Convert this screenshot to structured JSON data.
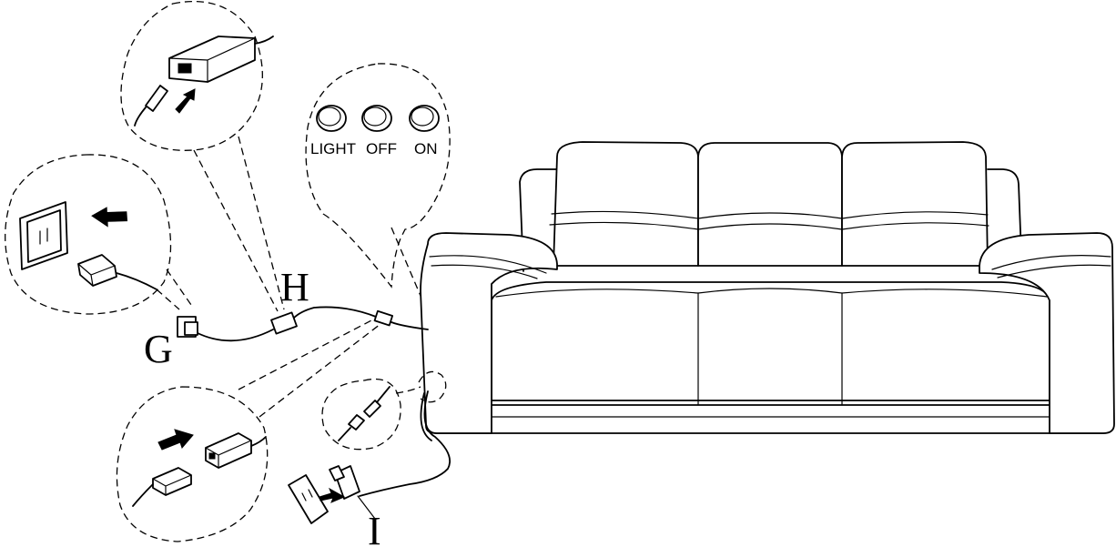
{
  "callout_labels": {
    "g": "G",
    "h": "H",
    "i": "I"
  },
  "control_buttons": {
    "light": "LIGHT",
    "off": "OFF",
    "on": "ON"
  }
}
